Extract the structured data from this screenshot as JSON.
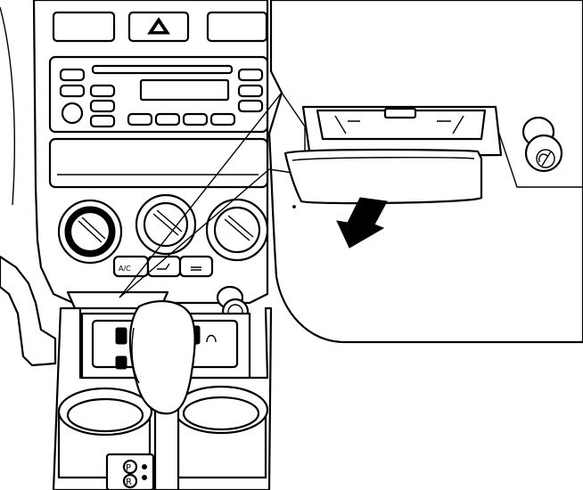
{
  "figure": {
    "hvac_labels": {
      "ac": "A/C"
    },
    "gear_labels": {
      "park": "P",
      "reverse": "R"
    }
  },
  "colors": {
    "line": "#000000",
    "background": "#ffffff"
  },
  "icons": [
    "hazard-icon",
    "down-arrow-icon",
    "lighter-icon"
  ]
}
